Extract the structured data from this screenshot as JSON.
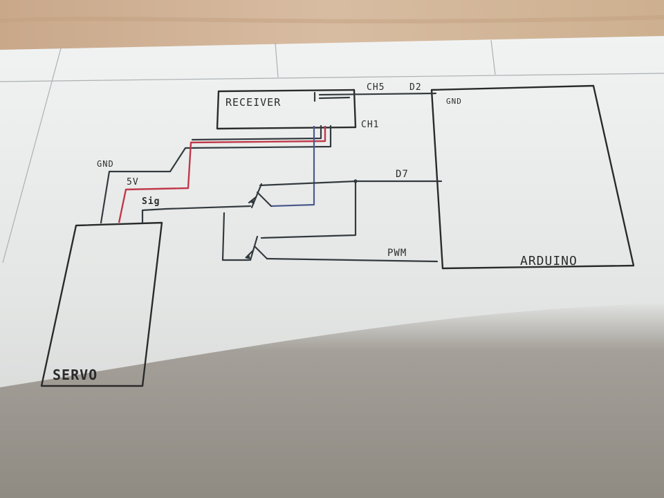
{
  "diagram": {
    "colors": {
      "wire": "#333a3e",
      "power_wire": "#c0394a",
      "signal_wire": "#4b5a8c",
      "paper": "#eceeee",
      "table": "#c8a98c"
    },
    "components": {
      "receiver": {
        "label": "RECEIVER",
        "pin_ch5": "CH5",
        "pin_ch1": "CH1"
      },
      "arduino": {
        "label": "ARDUINO",
        "pin_gnd": "GND",
        "pin_d2": "D2",
        "pin_d7": "D7",
        "pin_pwm": "PWM"
      },
      "servo": {
        "label": "SERVO",
        "pin_gnd": "GND",
        "pin_5v": "5V",
        "pin_sig": "Sig"
      }
    }
  }
}
